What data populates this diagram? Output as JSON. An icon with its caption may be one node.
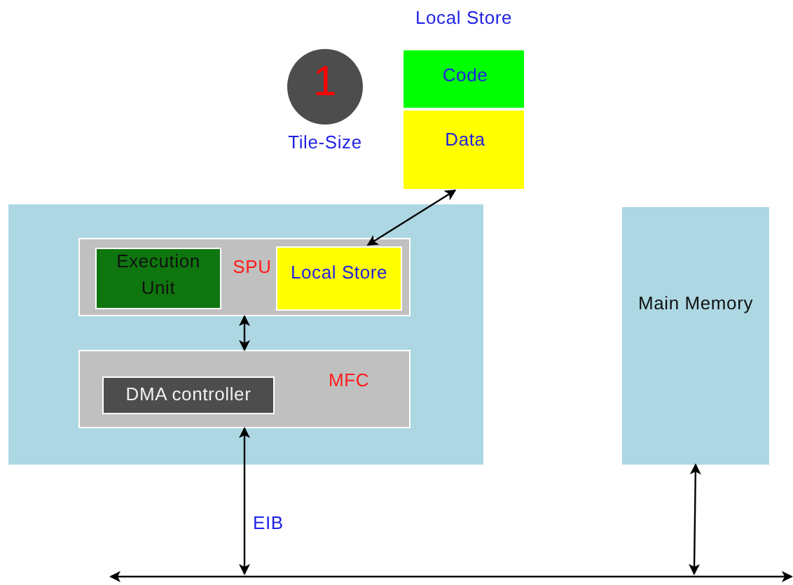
{
  "diagram": {
    "nodes": [
      {
        "text": [
          "1"
        ],
        "beside": [
          "Tile-Size"
        ]
      },
      {
        "text": [
          "Local Store"
        ]
      },
      {
        "text": [
          "Code"
        ],
        "in": 1
      },
      {
        "text": [
          "Data"
        ],
        "in": 1
      },
      {
        "text": [],
        "shape": "box"
      },
      {
        "text": [
          "SPU"
        ],
        "in": 4
      },
      {
        "text": [
          "Execution Unit"
        ],
        "in": 5
      },
      {
        "text": [
          "Local Store"
        ],
        "in": 5
      },
      {
        "text": [
          "MFC"
        ],
        "in": 4
      },
      {
        "text": [
          "DMA controller"
        ],
        "in": 8
      },
      {
        "text": [
          "Main Memory"
        ]
      },
      {
        "text": [],
        "shape": "bar"
      }
    ],
    "edges": [
      {
        "from": 3,
        "to": 7,
        "arrow": "both"
      },
      {
        "from": 5,
        "to": 8,
        "arrow": "both"
      },
      {
        "from": 8,
        "to": 11,
        "arrow": "both",
        "label": "EIB"
      },
      {
        "from": 10,
        "to": 11,
        "arrow": "both"
      }
    ]
  }
}
